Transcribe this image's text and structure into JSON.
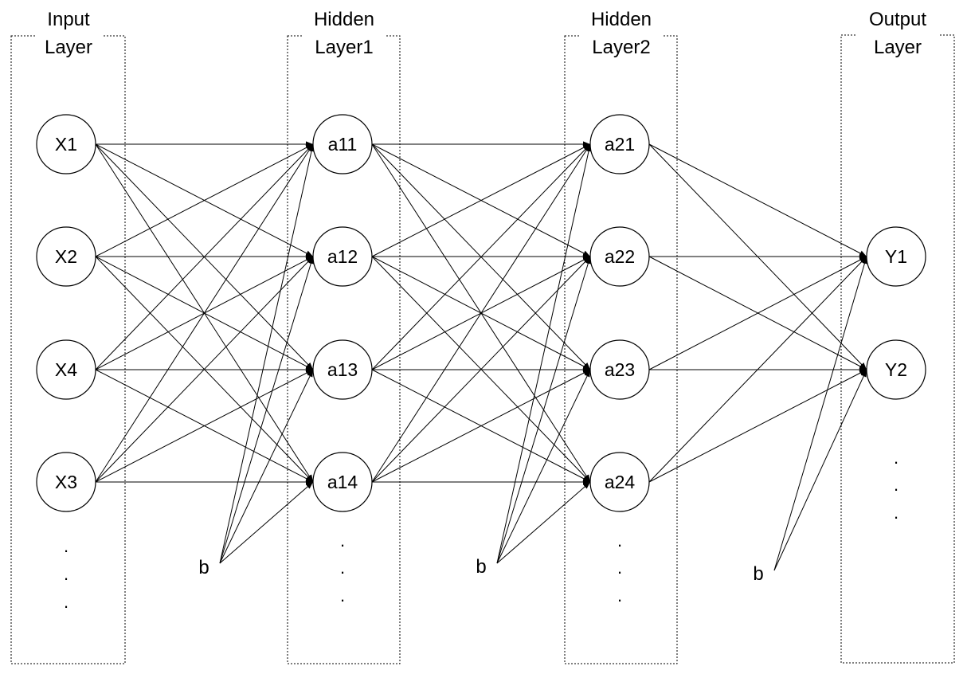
{
  "layers": [
    {
      "title": [
        "Input",
        "Layer"
      ],
      "nodes": [
        "X1",
        "X2",
        "X4",
        "X3"
      ]
    },
    {
      "title": [
        "Hidden",
        "Layer1"
      ],
      "nodes": [
        "a11",
        "a12",
        "a13",
        "a14"
      ]
    },
    {
      "title": [
        "Hidden",
        "Layer2"
      ],
      "nodes": [
        "a21",
        "a22",
        "a23",
        "a24"
      ]
    },
    {
      "title": [
        "Output",
        "Layer"
      ],
      "nodes": [
        "Y1",
        "Y2"
      ]
    }
  ],
  "bias_label": "b",
  "ellipsis": "."
}
